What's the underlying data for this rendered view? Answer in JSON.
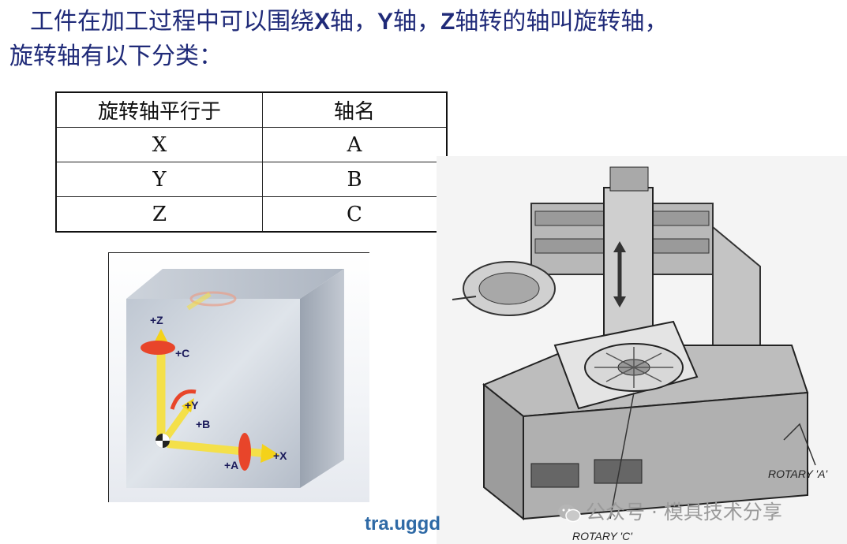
{
  "heading": {
    "line1_a": "工件在加工过程中可以围绕",
    "x": "X",
    "line1_b": "轴，",
    "y": "Y",
    "line1_c": "轴，",
    "z": "Z",
    "line1_d": "轴转的轴叫旋转轴，",
    "line2": "旋转轴有以下分类："
  },
  "table": {
    "headers": [
      "旋转轴平行于",
      "轴名"
    ],
    "rows": [
      [
        "X",
        "A"
      ],
      [
        "Y",
        "B"
      ],
      [
        "Z",
        "C"
      ]
    ]
  },
  "cube": {
    "labels": {
      "plus_z": "+Z",
      "plus_c": "+C",
      "plus_y": "+Y",
      "plus_b": "+B",
      "plus_a": "+A",
      "plus_x": "+X"
    }
  },
  "machine": {
    "rotary_a": "ROTARY 'A'",
    "rotary_c": "ROTARY 'C'"
  },
  "watermark": {
    "text": "公众号 · 模具技术分享",
    "icon": "wechat-icon"
  },
  "logo": "tra.uggd",
  "colors": {
    "heading": "#1f2a78",
    "arrow": "#f4e04a",
    "rotation": "#e8452a"
  }
}
